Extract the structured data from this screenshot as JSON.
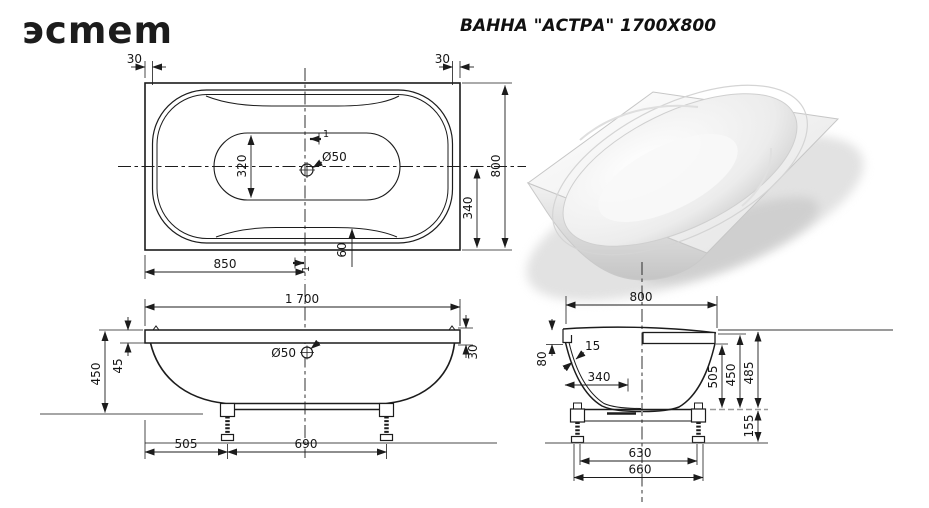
{
  "header": {
    "logo": "эсmеm",
    "title": "ВАННА \"АСТРА\" 1700X800"
  },
  "colors": {
    "ink": "#1c1c1c",
    "reference_gray": "#9a9a9a",
    "background": "#ffffff"
  },
  "top_view": {
    "dim_30_left": "30",
    "dim_30_right": "30",
    "dim_800": "800",
    "dim_320": "320",
    "dim_340": "340",
    "dim_850": "850",
    "dim_60": "60",
    "drain_label": "Ø50",
    "section_top": "1",
    "section_bottom": "1"
  },
  "front_view": {
    "dim_length": "1 700",
    "dim_45": "45",
    "dim_450": "450",
    "dim_30": "30",
    "dim_505": "505",
    "dim_690": "690",
    "drain_label": "Ø50"
  },
  "side_view": {
    "dim_800": "800",
    "dim_80": "80",
    "dim_15": "15",
    "dim_340": "340",
    "dim_505": "505",
    "dim_450": "450",
    "dim_485": "485",
    "dim_155": "155",
    "dim_630": "630",
    "dim_660": "660"
  }
}
